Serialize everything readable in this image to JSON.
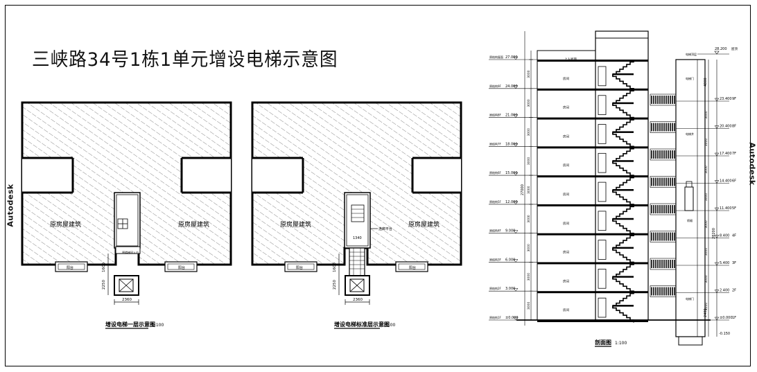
{
  "title": "三峡路34号1栋1单元增设电梯示意图",
  "watermark": "Autodesk",
  "plan1": {
    "building_label_left": "原房屋建筑",
    "building_label_right": "原房屋建筑",
    "balcony_left": "阳台",
    "balcony_right": "阳台",
    "entrance_note": "原楼梯间入户",
    "dim_width": "2360",
    "dim_depth": "2250",
    "dim_corridor": "1600",
    "caption": "增设电梯一层示意图",
    "scale": "1:100"
  },
  "plan2": {
    "building_label_left": "原房屋建筑",
    "building_label_right": "原房屋建筑",
    "balcony_left": "阳台",
    "balcony_right": "阳台",
    "corridor_note": "连廊平台",
    "dim_corridor_w": "1340",
    "dim_width": "2360",
    "dim_depth": "2250",
    "dim_corridor": "1600",
    "caption": "增设电梯标准层示意图",
    "scale": "1:100"
  },
  "section": {
    "caption": "剖面图",
    "scale": "1:100",
    "roof_label": "上人屋面",
    "room_label": "房间",
    "top_elev": "28.200",
    "top_floor_label": "屋顶",
    "left_levels": [
      {
        "label": "原结构屋面",
        "elev": "27.000"
      },
      {
        "label": "原结构9F",
        "elev": "24.000"
      },
      {
        "label": "原结构8F",
        "elev": "21.000"
      },
      {
        "label": "原结构7F",
        "elev": "18.000"
      },
      {
        "label": "原结构6F",
        "elev": "15.000"
      },
      {
        "label": "原结构5F",
        "elev": "12.000"
      },
      {
        "label": "原结构4F",
        "elev": "9.000"
      },
      {
        "label": "原结构3F",
        "elev": "6.000"
      },
      {
        "label": "原结构2F",
        "elev": "3.000"
      },
      {
        "label": "原结构1F",
        "elev": "±0.000"
      }
    ],
    "right_levels": [
      {
        "elev": "23.400",
        "floor": "9F"
      },
      {
        "elev": "20.400",
        "floor": "8F"
      },
      {
        "elev": "17.400",
        "floor": "7F"
      },
      {
        "elev": "14.400",
        "floor": "6F"
      },
      {
        "elev": "11.400",
        "floor": "5F"
      },
      {
        "elev": "8.400",
        "floor": "4F"
      },
      {
        "elev": "5.400",
        "floor": "3F"
      },
      {
        "elev": "2.400",
        "floor": "2F"
      },
      {
        "elev": "±0.000",
        "floor": "1F"
      }
    ],
    "pit_elev": "-0.150",
    "floor_dim": "3000",
    "overall_dim": "27000",
    "elevator_overall_dim": "28200",
    "elevator_top_dim": "4800",
    "elevator_bottom_dim": "2400",
    "shaft_label": "电梯井",
    "door_label": "电梯门",
    "car_label": "轿厢",
    "machine_label": "电梯顶层"
  }
}
